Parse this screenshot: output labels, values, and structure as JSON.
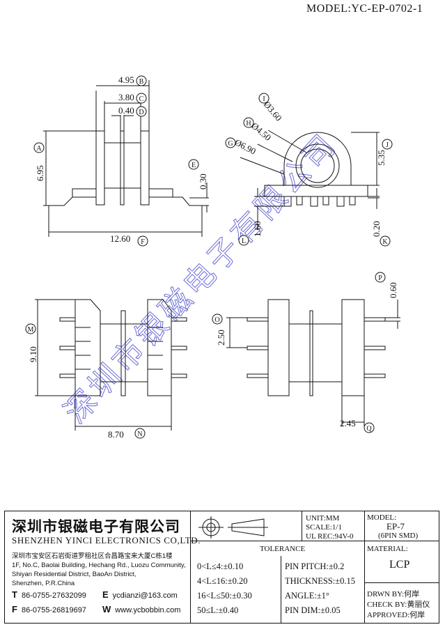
{
  "model": "MODEL:YC-EP-0702-1",
  "watermark": "深圳市银磁电子有限公司",
  "dimensions": {
    "b": "4.95",
    "c": "3.80",
    "d": "0.40",
    "a": "6.95",
    "e": "0.30",
    "f": "12.60",
    "i": "Ø3.60",
    "h": "Ø4.50",
    "g": "Ø6.90",
    "j": "5.35",
    "l": "1.60",
    "k": "0.20",
    "p": "0.60",
    "o": "2.50",
    "m": "9.10",
    "n": "8.70",
    "q": "2.45"
  },
  "callouts": [
    "A",
    "B",
    "C",
    "D",
    "E",
    "F",
    "G",
    "H",
    "I",
    "J",
    "K",
    "L",
    "M",
    "N",
    "O",
    "P",
    "Q"
  ],
  "title_block": {
    "company_cn": "深圳市银磁电子有限公司",
    "company_en": "SHENZHEN YINCI ELECTRONICS CO,LTD.",
    "address_cn": "深圳市宝安区石岩街道罗租社区合昌路宝来大厦C栋1楼",
    "address_en_1": "1F, No.C, Baolai Building, Hechang Rd., Luozu Community,",
    "address_en_2": "Shiyan Residential District, BaoAn District,",
    "address_en_3": "Shenzhen, P.R.China",
    "tel_label": "T",
    "tel": "86-0755-27632099",
    "fax_label": "F",
    "fax": "86-0755-26819697",
    "email_label": "E",
    "email": "ycdianzi@163.com",
    "web_label": "W",
    "web": "www.ycbobbin.com",
    "unit": "UNIT:MM",
    "scale": "SCALE:1/1",
    "ul": "UL REC:94V-0",
    "model_label": "MODEL:",
    "model_value": "EP-7",
    "model_sub": "(6PIN SMD)",
    "tolerance_title": "TOLERANCE",
    "tol_1": "0<L≤4:±0.10",
    "tol_2": "4<L≤16:±0.20",
    "tol_3": "16<L≤50:±0.30",
    "tol_4": "50≤L:±0.40",
    "pitch": "PIN PITCH:±0.2",
    "thickness": "THICKNESS:±0.15",
    "angle": "ANGLE:±1°",
    "pin_dim": "PIN DIM:±0.05",
    "material_label": "MATERIAL:",
    "material_value": "LCP",
    "drawn": "DRWN BY:何岸",
    "check": "CHECK BY:黄丽仪",
    "approved": "APPROVED:何岸"
  }
}
